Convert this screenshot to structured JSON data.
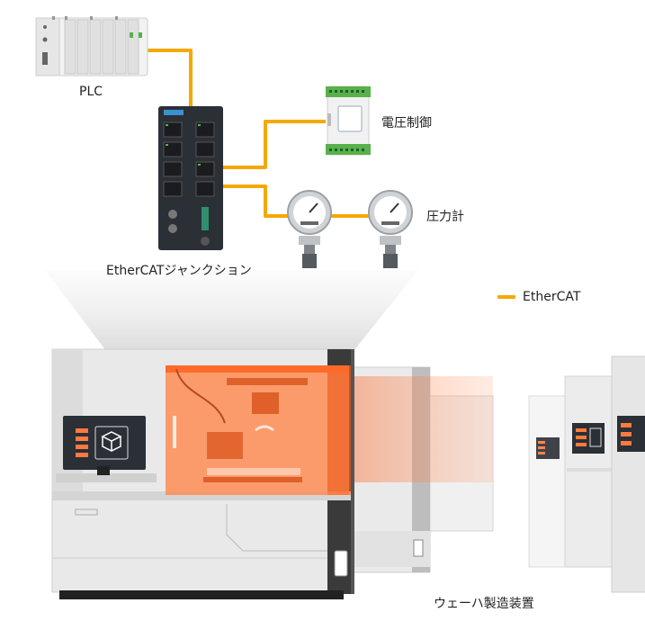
{
  "colors": {
    "ethercat_line": "#f5a800",
    "machine_body": "#e9e9e9",
    "machine_dark": "#333333",
    "highlight": "#ff7a3d",
    "device_dark": "#2b2f36"
  },
  "labels": {
    "plc": "PLC",
    "voltage_control": "電圧制御",
    "pressure_gauge": "圧力計",
    "junction": "EtherCATジャンクション",
    "wafer_equipment": "ウェーハ製造装置"
  },
  "legend": {
    "ethercat": "EtherCAT"
  },
  "icons": [
    "plc-icon",
    "ethercat-junction-icon",
    "voltage-controller-icon",
    "pressure-gauge-icon",
    "wafer-machine-icon",
    "cube-icon"
  ]
}
